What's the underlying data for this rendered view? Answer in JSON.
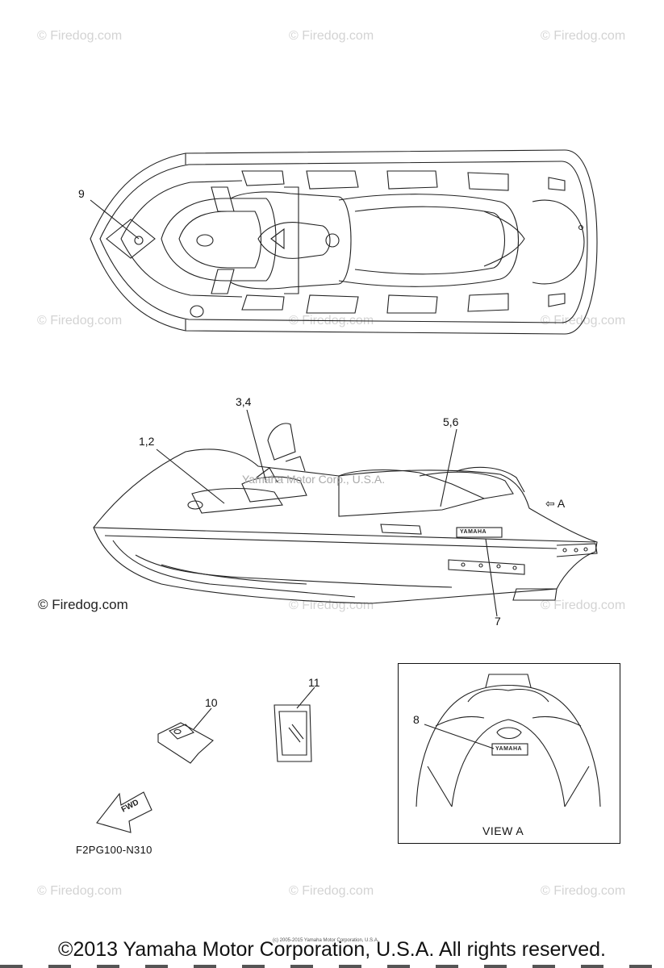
{
  "watermarks": [
    {
      "text": "© Firedog.com"
    },
    {
      "text": "© Firedog.com"
    },
    {
      "text": "© Firedog.com"
    },
    {
      "text": "© Firedog.com"
    },
    {
      "text": "© Firedog.com"
    },
    {
      "text": "© Firedog.com"
    },
    {
      "text": "© Firedog.com"
    },
    {
      "text": "© Firedog.com"
    },
    {
      "text": "© Firedog.com"
    },
    {
      "text": "© Firedog.com"
    },
    {
      "text": "© Firedog.com"
    }
  ],
  "callouts": {
    "c9": "9",
    "c34": "3,4",
    "c12": "1,2",
    "c56": "5,6",
    "cA": "⇦ A",
    "c7": "7",
    "c11": "11",
    "c10": "10",
    "c8": "8"
  },
  "side_watermark": "© Firedog.com",
  "overlay_text": "Yamaha Motor Corp., U.S.A.",
  "badge_text": "YAMAHA",
  "fwd_label": "FWD",
  "view_label": "VIEW A",
  "part_code": "F2PG100-N310",
  "tiny_copyright": "(c) 2005-2015 Yamaha Motor Corporation, U.S.A.",
  "footer": "©2013 Yamaha Motor Corporation, U.S.A. All rights reserved."
}
